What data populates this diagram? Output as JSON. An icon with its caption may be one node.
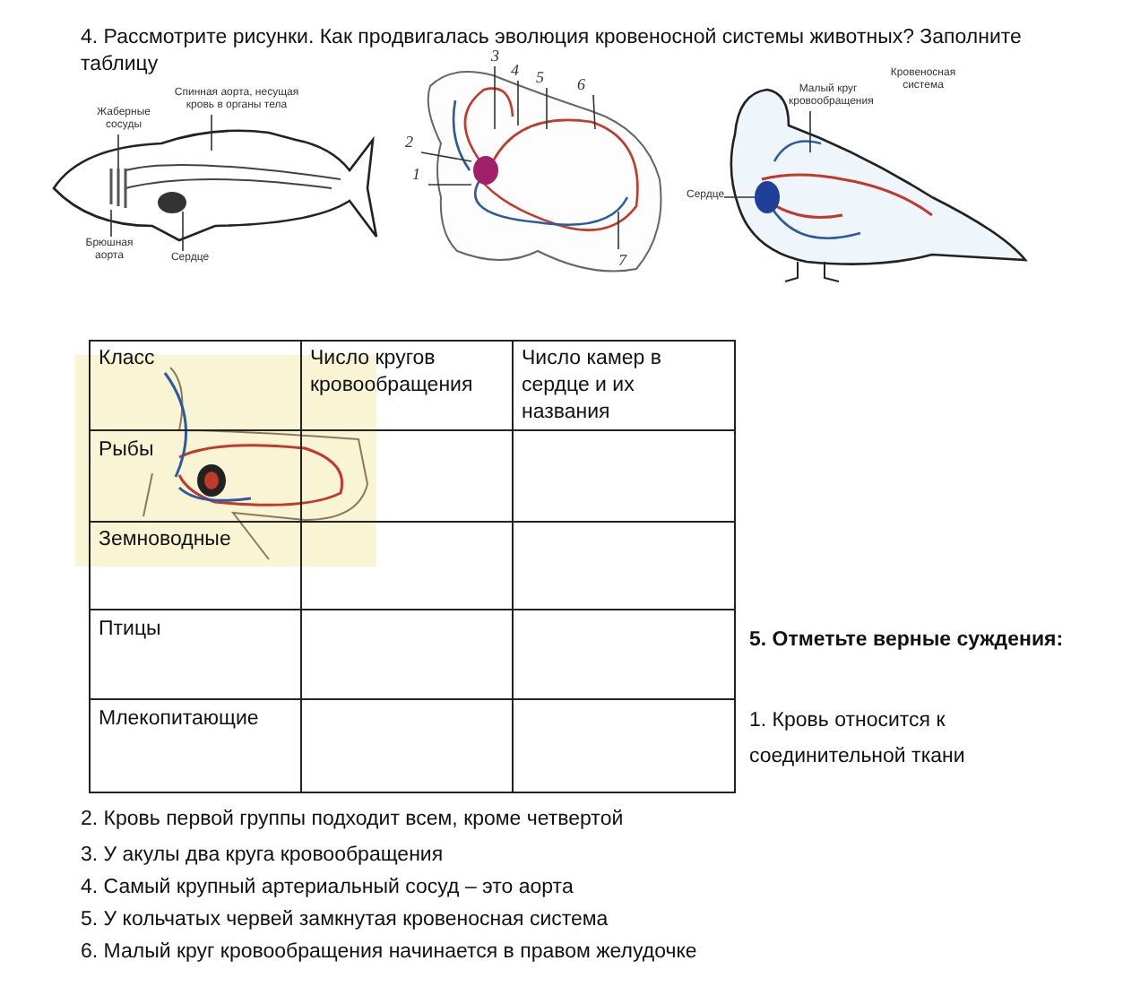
{
  "diagram": {
    "title": "4. Рассмотрите рисунки. Как продвигалась эволюция кровеносной системы животных? Заполните таблицу",
    "nodes": [
      {
        "text": [
          "Спинная аорта, несущая кровь в органы тела"
        ]
      },
      {
        "text": [
          "Жаберные сосуды"
        ]
      },
      {
        "text": [
          "Брюшная аорта"
        ]
      },
      {
        "text": [
          "Сердце"
        ]
      },
      {
        "text": [
          "3"
        ]
      },
      {
        "text": [
          "4"
        ]
      },
      {
        "text": [
          "5"
        ]
      },
      {
        "text": [
          "6"
        ]
      },
      {
        "text": [
          "2"
        ]
      },
      {
        "text": [
          "1"
        ]
      },
      {
        "text": [
          "7"
        ]
      },
      {
        "text": [
          "Малый круг кровообращения"
        ]
      },
      {
        "text": [
          "Сердце"
        ]
      },
      {
        "text": [],
        "shape": "picture"
      }
    ],
    "edges": [
      {
        "from": 0,
        "to": null,
        "arrow": "none"
      },
      {
        "from": 1,
        "to": null,
        "arrow": "none"
      },
      {
        "from": 2,
        "to": null,
        "arrow": "none"
      },
      {
        "from": 3,
        "to": 13,
        "arrow": "none"
      },
      {
        "from": 4,
        "to": null,
        "arrow": "none"
      },
      {
        "from": 5,
        "to": null,
        "arrow": "none"
      },
      {
        "from": 6,
        "to": null,
        "arrow": "none"
      },
      {
        "from": 7,
        "to": null,
        "arrow": "none"
      },
      {
        "from": 8,
        "to": null,
        "arrow": "none"
      },
      {
        "from": 9,
        "to": null,
        "arrow": "none"
      },
      {
        "from": 10,
        "to": null,
        "arrow": "none"
      },
      {
        "from": 11,
        "to": null,
        "arrow": "none"
      },
      {
        "from": 12,
        "to": null,
        "arrow": "none"
      }
    ],
    "labels": [
      "Кровеносная система",
      "Класс",
      "Число кругов кровообращения",
      "Число камер в сердце и их названия",
      "Рыбы",
      "Земноводные",
      "Птицы",
      "Млекопитающие",
      "5. Отметьте верные суждения:",
      "1. Кровь относится к соединительной ткани",
      "2. Кровь первой группы подходит всем, кроме четвертой",
      "3. У акулы два круга кровообращения",
      "4. Самый крупный артериальный сосуд – это аорта",
      "5. У кольчатых червей замкнутая кровеносная система",
      "6. Малый круг кровообращения начинается в правом желудочке"
    ]
  }
}
